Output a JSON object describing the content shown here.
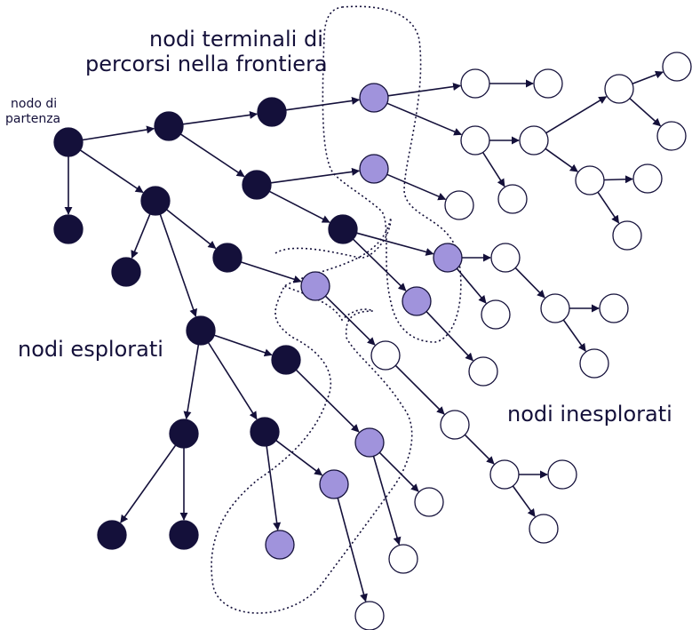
{
  "labels": {
    "frontier_title_line1": "nodi terminali di",
    "frontier_title_line2": "percorsi nella frontiera",
    "start_line1": "nodo di",
    "start_line2": "partenza",
    "explored": "nodi esplorati",
    "unexplored": "nodi inesplorati"
  },
  "colors": {
    "explored_fill": "#14103a",
    "frontier_fill": "#a093dc",
    "unexplored_fill": "#ffffff",
    "stroke": "#14103a",
    "text": "#14103a"
  }
}
